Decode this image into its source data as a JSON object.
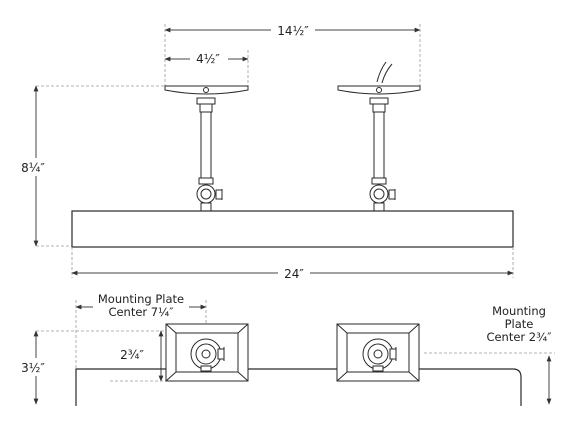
{
  "dimensions": {
    "overall_plate_span": "14½″",
    "plate_width": "4½″",
    "height": "8¼″",
    "length": "24″",
    "depth": "3½″",
    "plate_depth": "2¾″"
  },
  "labels": {
    "mounting_plate_center_a_line1": "Mounting Plate",
    "mounting_plate_center_a_line2": "Center 7¼″",
    "mounting_plate_center_b_line1": "Mounting",
    "mounting_plate_center_b_line2": "Plate",
    "mounting_plate_center_b_line3": "Center 2¾″"
  },
  "colors": {
    "line": "#2a2a2a",
    "dim_line": "#444444",
    "guide": "#9a9a9a",
    "metal": "#ffffff"
  }
}
